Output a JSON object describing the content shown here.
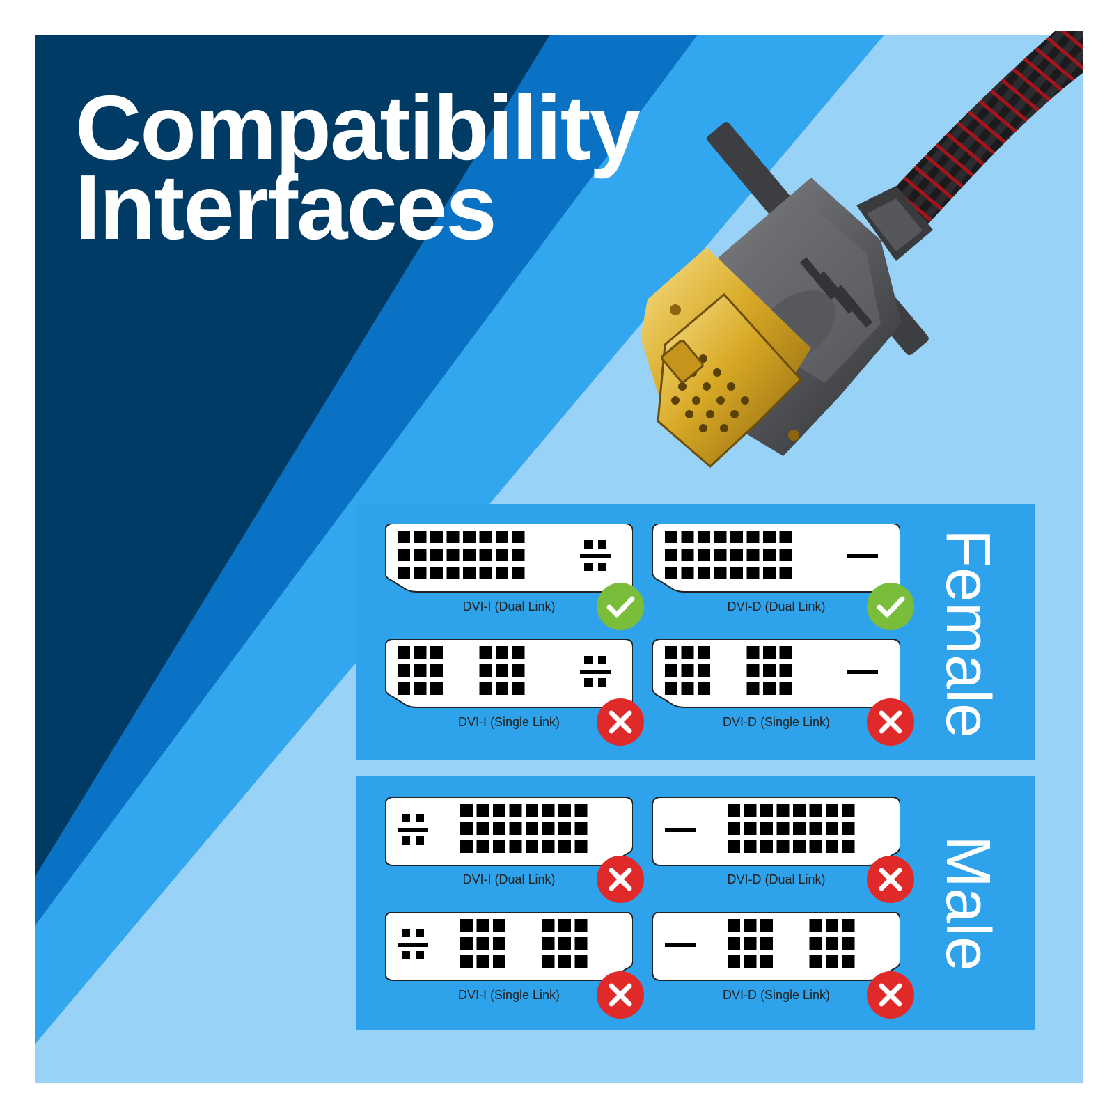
{
  "title": {
    "line1": "Compatibility",
    "line2": "Interfaces"
  },
  "colors": {
    "dark_navy": "#003b66",
    "mid_blue": "#0a72c4",
    "bright_blue": "#32a6ef",
    "light_blue": "#98d2f6",
    "panel_blue": "#2ea3ec",
    "ok_green": "#79bd3b",
    "no_red": "#e02a2a"
  },
  "panels": [
    {
      "label": "Female",
      "connectors": [
        {
          "caption": "DVI-I (Dual Link)",
          "type": "dvi-i",
          "link": "dual",
          "status": "compatible",
          "status_icon": "check-icon"
        },
        {
          "caption": "DVI-D (Dual Link)",
          "type": "dvi-d",
          "link": "dual",
          "status": "compatible",
          "status_icon": "check-icon"
        },
        {
          "caption": "DVI-I (Single Link)",
          "type": "dvi-i",
          "link": "single",
          "status": "incompatible",
          "status_icon": "cross-icon"
        },
        {
          "caption": "DVI-D (Single Link)",
          "type": "dvi-d",
          "link": "single",
          "status": "incompatible",
          "status_icon": "cross-icon"
        }
      ]
    },
    {
      "label": "Male",
      "connectors": [
        {
          "caption": "DVI-I (Dual Link)",
          "type": "dvi-i",
          "link": "dual",
          "status": "incompatible",
          "status_icon": "cross-icon"
        },
        {
          "caption": "DVI-D (Dual Link)",
          "type": "dvi-d",
          "link": "dual",
          "status": "incompatible",
          "status_icon": "cross-icon"
        },
        {
          "caption": "DVI-I (Single Link)",
          "type": "dvi-i",
          "link": "single",
          "status": "incompatible",
          "status_icon": "cross-icon"
        },
        {
          "caption": "DVI-D (Single Link)",
          "type": "dvi-d",
          "link": "single",
          "status": "incompatible",
          "status_icon": "cross-icon"
        }
      ]
    }
  ],
  "product_icon": "dvi-cable-connector-icon"
}
